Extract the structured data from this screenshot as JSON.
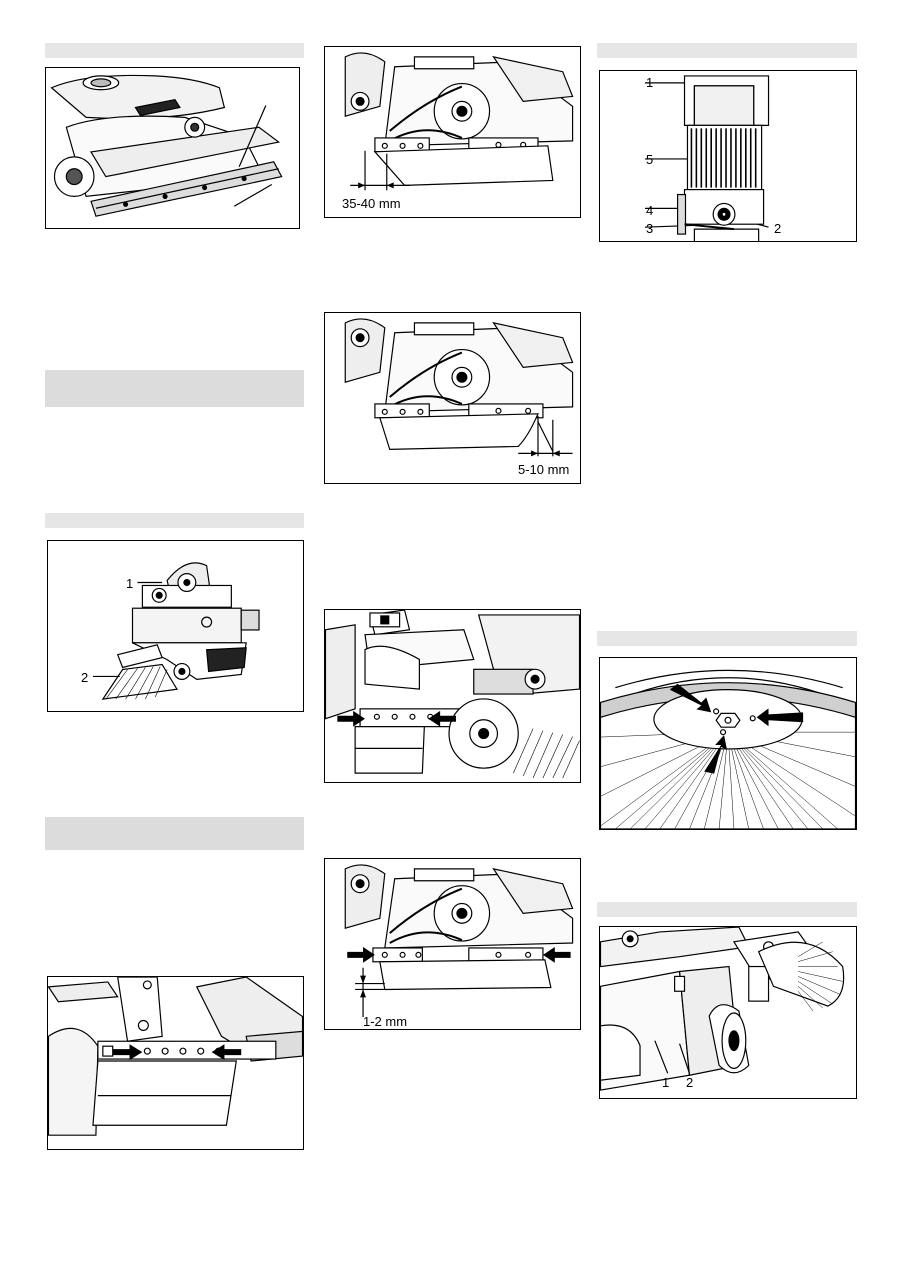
{
  "figures": {
    "fig_c2_1": {
      "dimension": "35-40 mm"
    },
    "fig_c2_2": {
      "dimension": "5-10 mm"
    },
    "fig_c2_4": {
      "dimension": "1-2 mm"
    },
    "fig_c1_2": {
      "callouts": [
        "1",
        "2"
      ]
    },
    "fig_c3_1": {
      "callouts": [
        "1",
        "5",
        "4",
        "3",
        "2"
      ]
    },
    "fig_c3_3": {
      "callouts": [
        "1",
        "2"
      ]
    }
  },
  "colors": {
    "section_bar": "#e6e6e6",
    "heading_bar": "#dcdcdc",
    "line": "#000000"
  }
}
